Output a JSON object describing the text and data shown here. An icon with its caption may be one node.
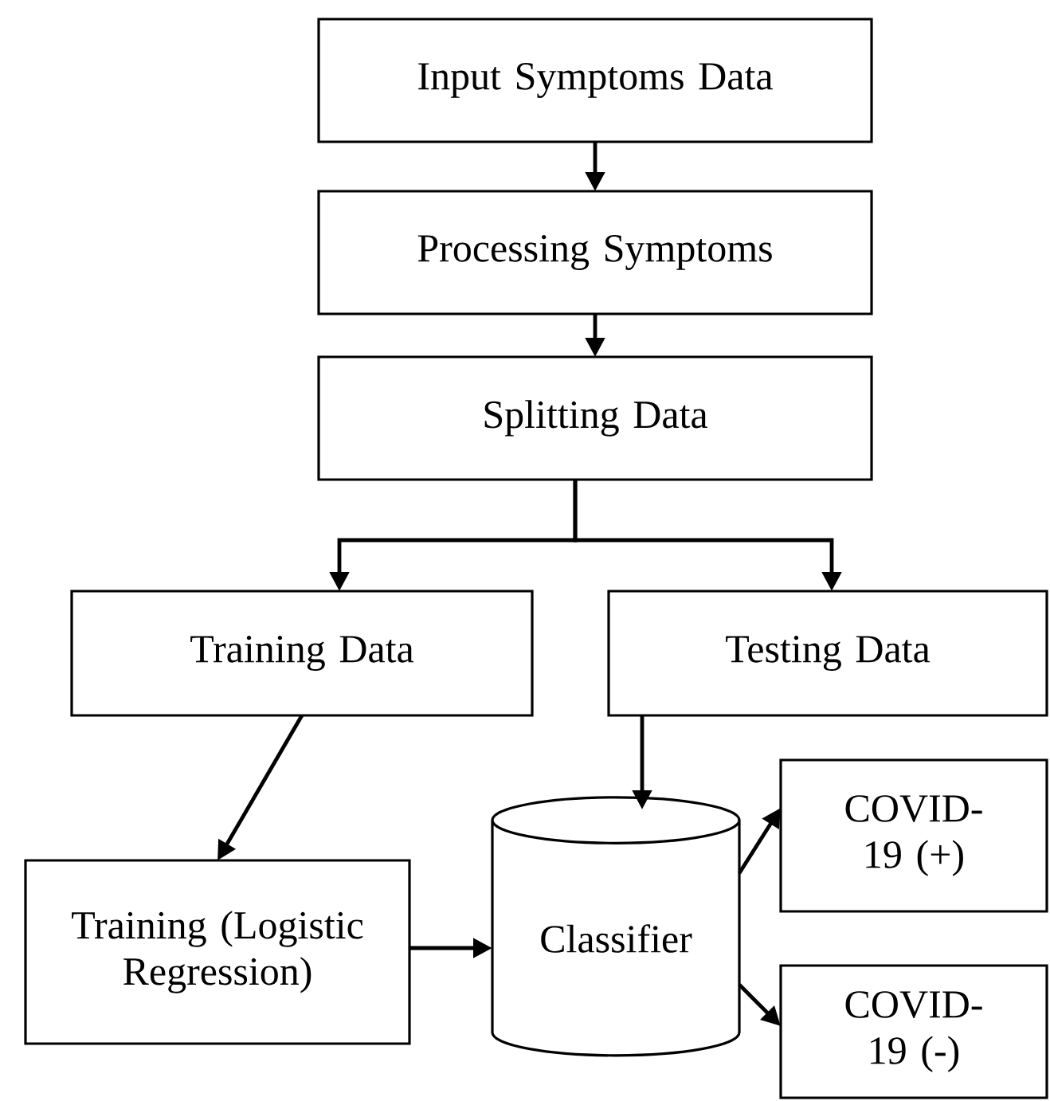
{
  "diagram": {
    "nodes": [
      {
        "text": [
          "Input Symptoms Data"
        ]
      },
      {
        "text": [
          "Processing Symptoms"
        ]
      },
      {
        "text": [
          "Splitting Data"
        ]
      },
      {
        "text": [
          "Training Data"
        ]
      },
      {
        "text": [
          "Testing Data"
        ]
      },
      {
        "text": [
          "Training (Logistic Regression)"
        ]
      },
      {
        "text": [
          "Classifier"
        ]
      },
      {
        "text": [
          "COVID-19 (+)"
        ]
      },
      {
        "text": [
          "COVID-19 (-)"
        ]
      }
    ],
    "edges": [
      {
        "from": 0,
        "to": 1,
        "arrow": "to"
      },
      {
        "from": 1,
        "to": 2,
        "arrow": "to"
      },
      {
        "from": 2,
        "to": 3,
        "arrow": "to"
      },
      {
        "from": 2,
        "to": 4,
        "arrow": "to"
      },
      {
        "from": 3,
        "to": 5,
        "arrow": "to"
      },
      {
        "from": 4,
        "to": 6,
        "arrow": "to"
      },
      {
        "from": 5,
        "to": 6,
        "arrow": "to"
      },
      {
        "from": 6,
        "to": 7,
        "arrow": "to"
      },
      {
        "from": 6,
        "to": 8,
        "arrow": "to"
      }
    ]
  }
}
